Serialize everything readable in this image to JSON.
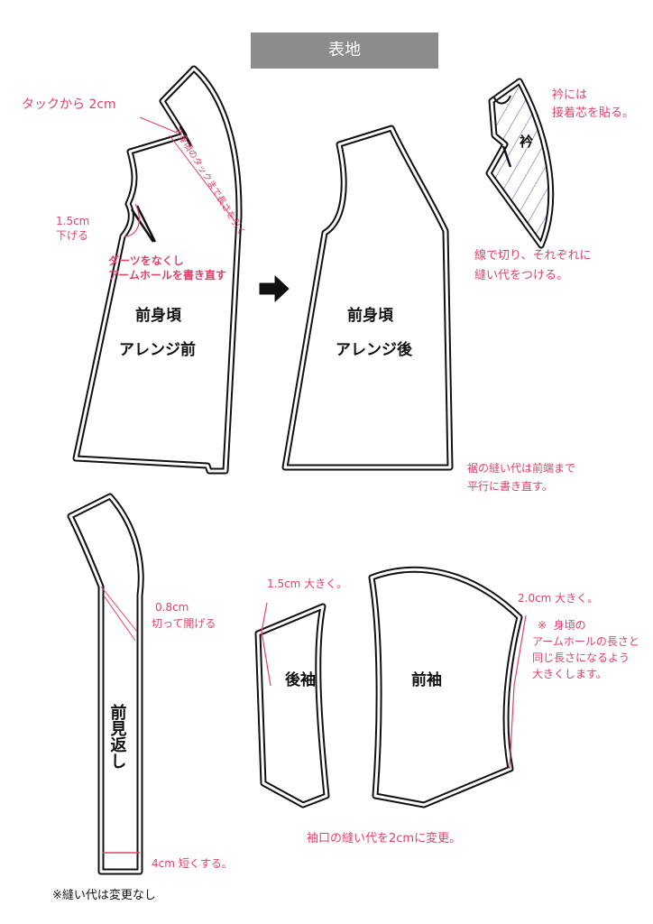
{
  "title": "表地",
  "colors": {
    "annotation": "#e0406a",
    "outline": "#111111",
    "hatch": "#4a4ab0"
  },
  "front_before": {
    "label_line1": "前身頃",
    "label_line2": "アレンジ前",
    "note_tuck": "タックから 2cm",
    "note_diagonal": "※身頃のタックまで長さを引く",
    "note_lower_line1": "1.5cm",
    "note_lower_line2": "下げる",
    "note_dart_line1": "ダーツをなくし",
    "note_dart_line2": "アームホールを書き直す"
  },
  "front_after": {
    "label_line1": "前身頃",
    "label_line2": "アレンジ後",
    "note_hem_line1": "裾の縫い代は前端まで",
    "note_hem_line2": "平行に書き直す。"
  },
  "collar": {
    "label": "衿",
    "note_interfacing_line1": "衿には",
    "note_interfacing_line2": "接着芯を貼る。",
    "note_cut_line1": "線で切り、それぞれに",
    "note_cut_line2": "縫い代をつける。"
  },
  "facing": {
    "label": "前見返し",
    "note_open_line1": "0.8cm",
    "note_open_line2": "切って開げる",
    "note_shorten": "4cm 短くする。",
    "note_allowance": "※縫い代は変更なし"
  },
  "back_sleeve": {
    "label": "後袖",
    "note": "1.5cm 大きく。"
  },
  "front_sleeve": {
    "label": "前袖",
    "note": "2.0cm 大きく。",
    "note_armhole_line1": "※  身頃の",
    "note_armhole_line2": "アームホールの長さと",
    "note_armhole_line3": "同じ長さになるよう",
    "note_armhole_line4": "大きくします。"
  },
  "sleeve_note": "袖口の縫い代を2cmに変更。"
}
